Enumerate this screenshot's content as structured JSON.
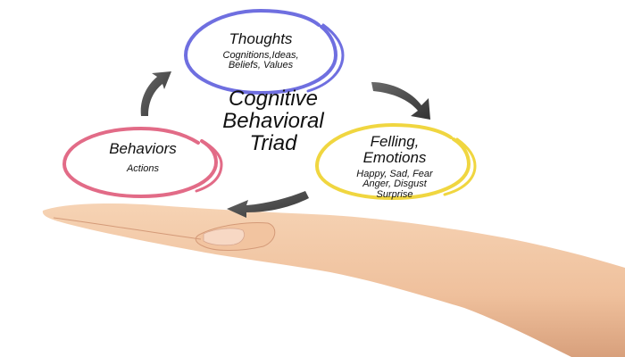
{
  "center": {
    "line1": "Cognitive",
    "line2": "Behavioral",
    "line3": "Triad"
  },
  "nodes": {
    "thoughts": {
      "title": "Thoughts",
      "line1": "Cognitions,Ideas,",
      "line2": "Beliefs, Values",
      "color": "#6f6fe0"
    },
    "feelings": {
      "title1": "Felling,",
      "title2": "Emotions",
      "line1": "Happy, Sad, Fear",
      "line2": "Anger, Disgust",
      "line3": "Surprise",
      "color": "#f0d640"
    },
    "behaviors": {
      "title": "Behaviors",
      "line1": "Actions",
      "color": "#e26b87"
    }
  },
  "colors": {
    "arrow": "#4a4a4a",
    "skin": "#f2c9a6",
    "skin_shadow": "#d9a27e"
  }
}
